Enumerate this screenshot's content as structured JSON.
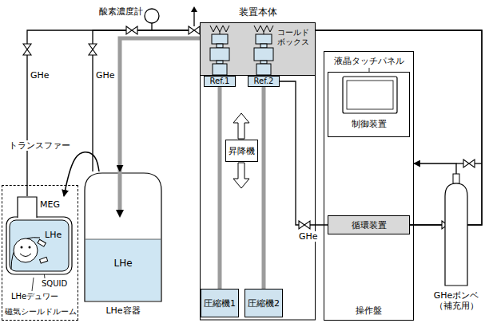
{
  "diagram": {
    "nodes": [
      {
        "text": [
          "酸素濃度計"
        ]
      },
      {
        "text": [
          "磁気シールドルーム"
        ]
      },
      {
        "text": [
          "MEG",
          "LHe"
        ],
        "in": 1
      },
      {
        "text": [
          "LHe",
          "LHe容器"
        ]
      },
      {
        "text": [
          "装置本体"
        ]
      },
      {
        "text": [
          "コールドボックス"
        ],
        "in": 4
      },
      {
        "text": [
          "Ref.1"
        ],
        "in": 4
      },
      {
        "text": [
          "Ref.2"
        ],
        "in": 4
      },
      {
        "text": [
          "昇降機"
        ],
        "in": 4
      },
      {
        "text": [
          "圧縮機1"
        ],
        "in": 4
      },
      {
        "text": [
          "圧縮機2"
        ],
        "in": 4
      },
      {
        "text": [
          "操作盤"
        ]
      },
      {
        "text": [
          "制御装置"
        ],
        "in": 11
      },
      {
        "text": [
          "循環装置"
        ],
        "in": 11
      },
      {
        "text": [
          "GHeボンベ （補充用）"
        ]
      }
    ],
    "edges": [
      {
        "from": 2,
        "to": 13,
        "arrow": "none"
      },
      {
        "from": 3,
        "to": 13,
        "arrow": "none"
      },
      {
        "from": 13,
        "to": 7,
        "label": "GHe",
        "arrow": "none"
      },
      {
        "from": 14,
        "to": 11,
        "arrow": "to"
      },
      {
        "from": 5,
        "to": 3,
        "arrow": "to"
      },
      {
        "from": 3,
        "to": 2,
        "label": "トランスファー",
        "arrow": "to"
      },
      {
        "from": 9,
        "to": 6,
        "arrow": "none"
      },
      {
        "from": 10,
        "to": 7,
        "arrow": "none"
      }
    ],
    "labels": [
      "GHe",
      "GHe",
      "SQUID",
      "LHeデュワー",
      "液晶タッチパネル"
    ]
  }
}
